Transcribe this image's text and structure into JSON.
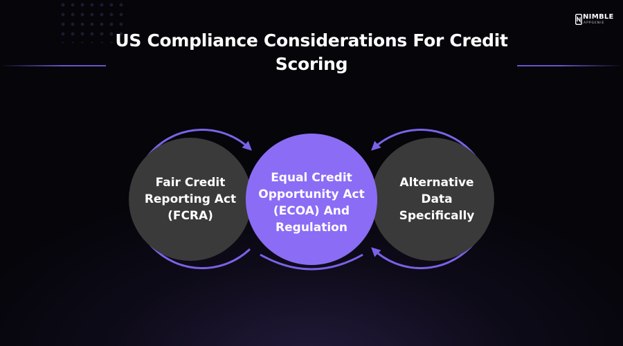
{
  "title": "US Compliance Considerations For Credit Scoring",
  "logo": {
    "main": "NIMBLE",
    "sub": "APPGENIE"
  },
  "nodes": [
    {
      "id": "left",
      "label": "Fair Credit Reporting Act (FCRA)",
      "fill": "#3a3a3a"
    },
    {
      "id": "center",
      "label": "Equal Credit Opportunity Act (ECOA) And Regulation",
      "fill": "#8b6cf5"
    },
    {
      "id": "right",
      "label": "Alternative Data Specifically",
      "fill": "#3a3a3a"
    }
  ],
  "colors": {
    "background": "#05050a",
    "accent": "#8b6cf5",
    "arc": "#7b62e6",
    "dark_circle": "#3a3a3a",
    "divider": "#6b55c8",
    "text": "#ffffff"
  }
}
